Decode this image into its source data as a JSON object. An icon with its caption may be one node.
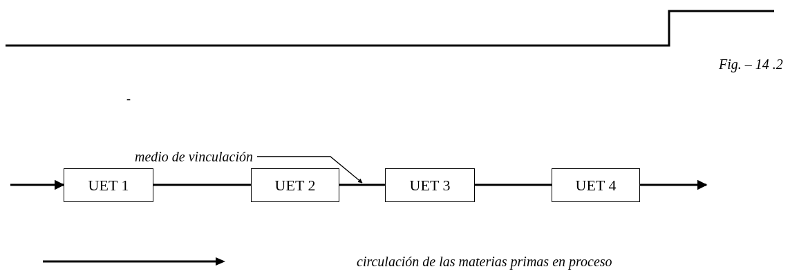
{
  "diagram": {
    "nodes": [
      {
        "text": [
          "medio de vinculación"
        ]
      },
      {
        "text": [
          "UET 1"
        ]
      },
      {
        "text": [
          "UET 2"
        ]
      },
      {
        "text": [
          "UET 3"
        ]
      },
      {
        "text": [
          "UET 4"
        ]
      }
    ],
    "edges": [
      {
        "from": null,
        "to": 1,
        "arrow": "to"
      },
      {
        "from": 1,
        "to": 2,
        "arrow": "none"
      },
      {
        "from": 2,
        "to": 3,
        "arrow": "none"
      },
      {
        "from": 3,
        "to": 4,
        "arrow": "none"
      },
      {
        "from": 4,
        "to": null,
        "arrow": "to"
      },
      {
        "from": 0,
        "to": null,
        "arrow": "to"
      }
    ],
    "labels": [
      "Fig. – 14 .2",
      "-"
    ],
    "legend": [
      {
        "text": "circulación de las materias primas en proceso"
      }
    ]
  }
}
